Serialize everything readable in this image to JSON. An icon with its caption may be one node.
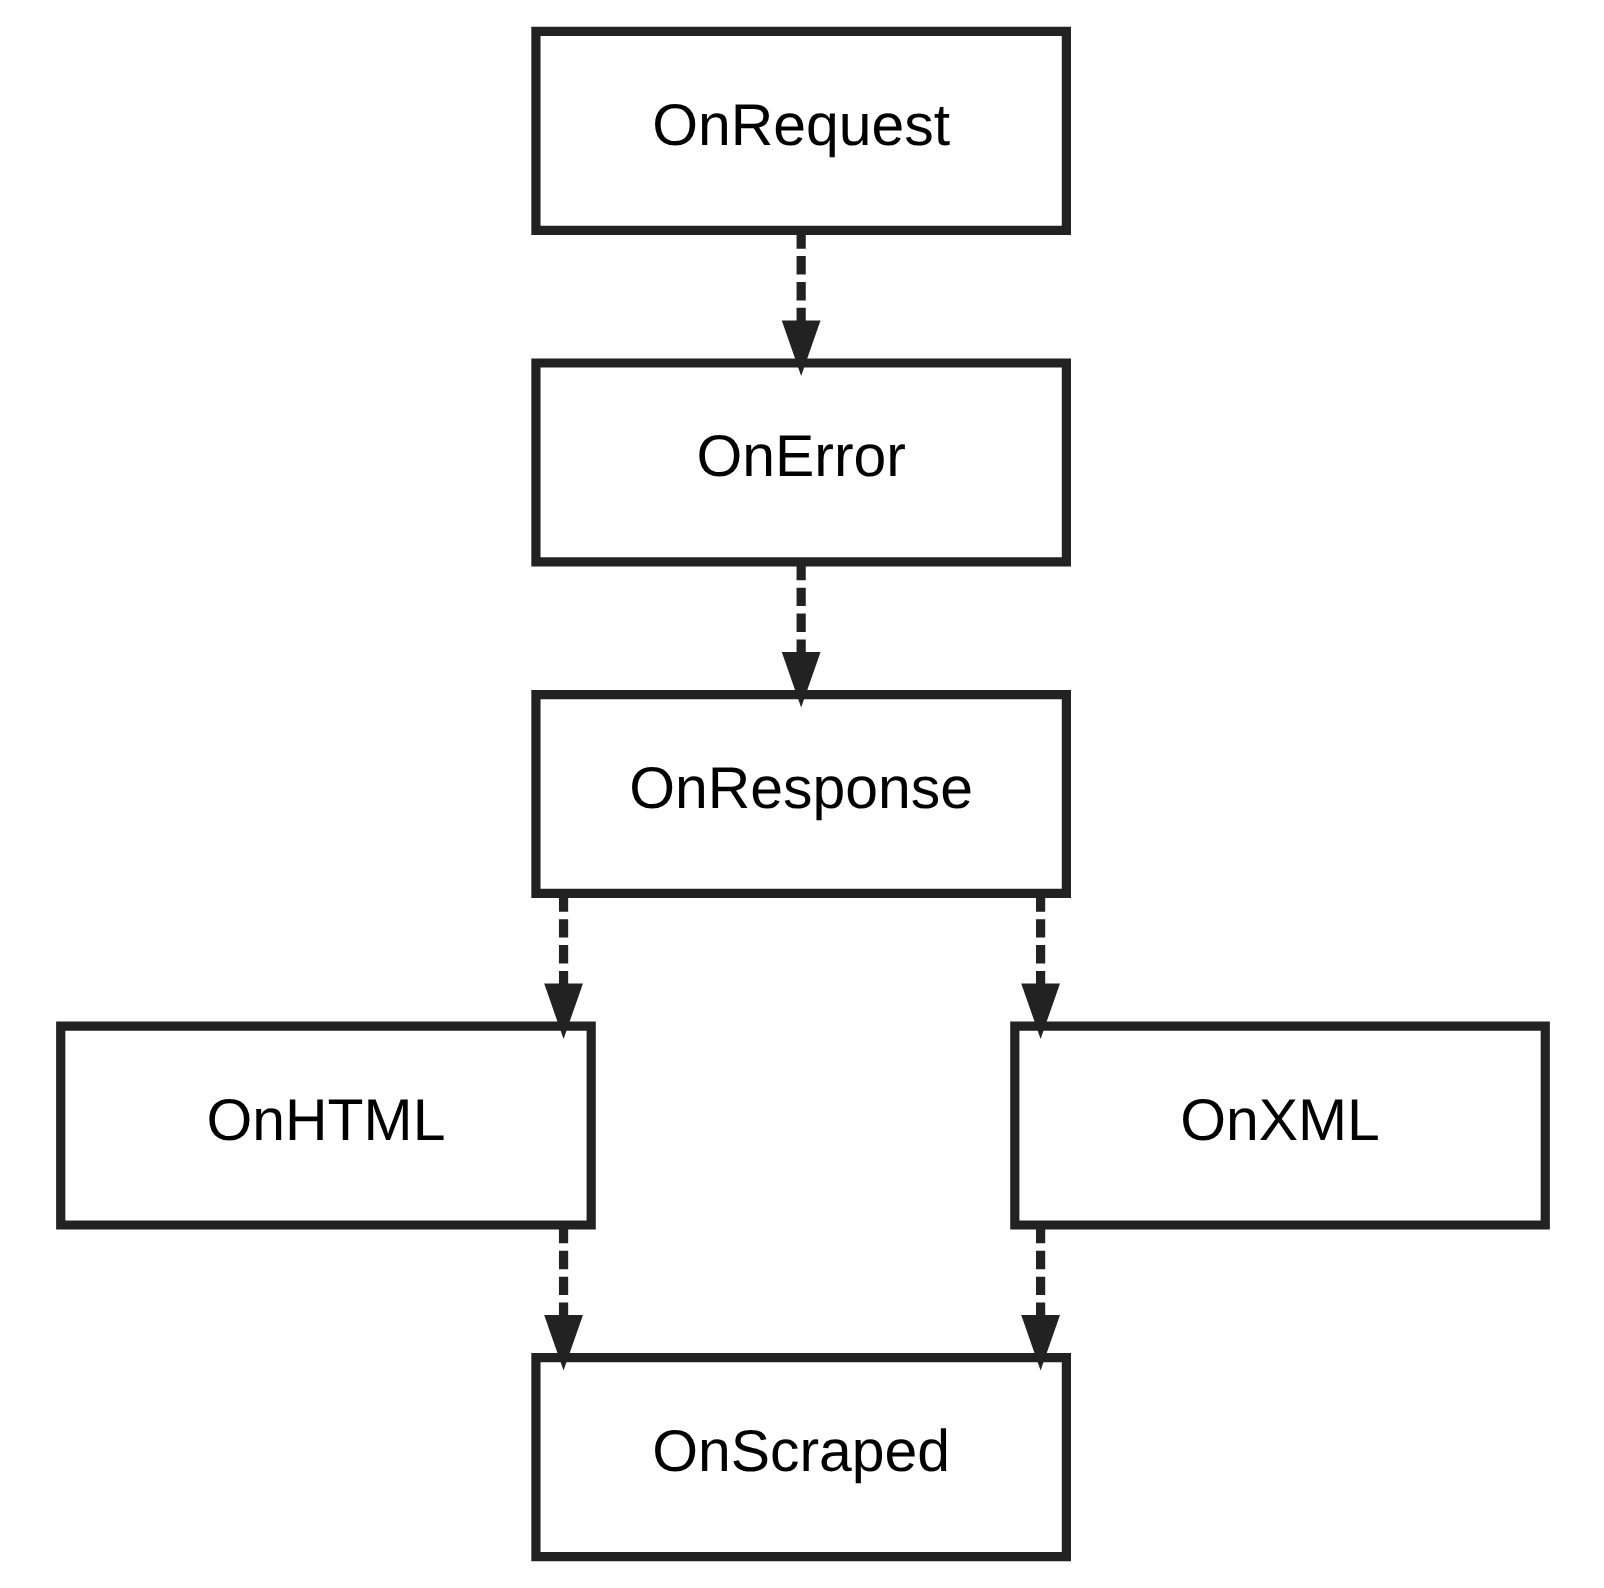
{
  "diagram": {
    "nodes": [
      {
        "text": [
          "OnRequest"
        ]
      },
      {
        "text": [
          "OnError"
        ]
      },
      {
        "text": [
          "OnResponse"
        ]
      },
      {
        "text": [
          "OnHTML"
        ]
      },
      {
        "text": [
          "OnXML"
        ]
      },
      {
        "text": [
          "OnScraped"
        ]
      }
    ],
    "edges": [
      {
        "from": 0,
        "to": 1,
        "arrow": "to",
        "style": "dashed"
      },
      {
        "from": 1,
        "to": 2,
        "arrow": "to",
        "style": "dashed"
      },
      {
        "from": 2,
        "to": 3,
        "arrow": "to",
        "style": "dashed"
      },
      {
        "from": 2,
        "to": 4,
        "arrow": "to",
        "style": "dashed"
      },
      {
        "from": 3,
        "to": 5,
        "arrow": "to",
        "style": "dashed"
      },
      {
        "from": 4,
        "to": 5,
        "arrow": "to",
        "style": "dashed"
      }
    ]
  }
}
